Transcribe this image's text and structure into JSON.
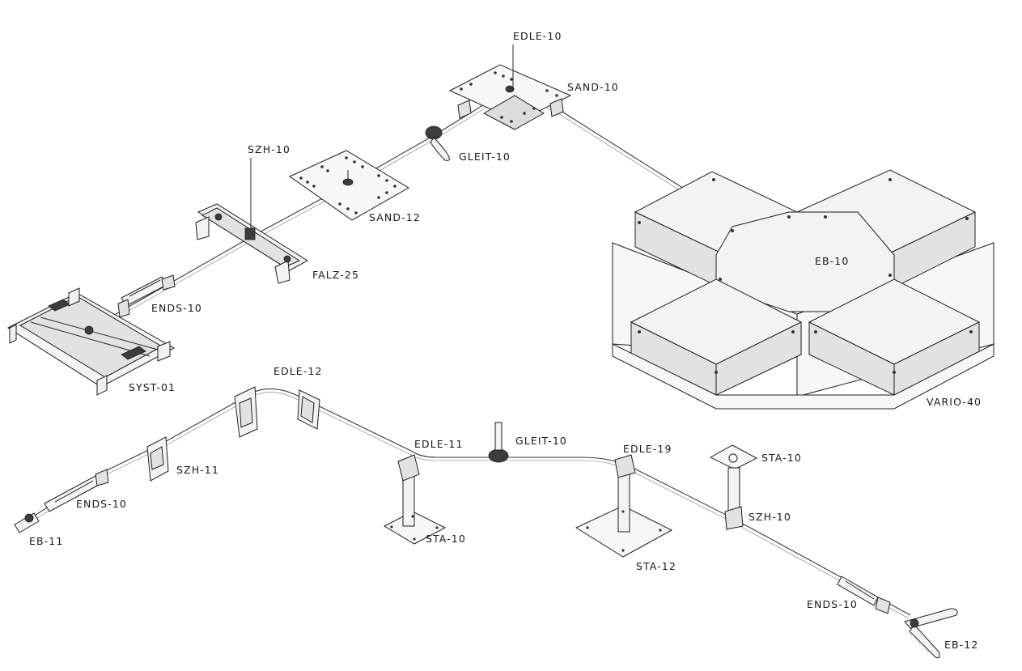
{
  "diagram": {
    "labels": {
      "edle_10": "EDLE-10",
      "sand_10": "SAND-10",
      "gleit_10_top": "GLEIT-10",
      "szh_10_top": "SZH-10",
      "sand_12": "SAND-12",
      "falz_25": "FALZ-25",
      "ends_10_top": "ENDS-10",
      "syst_01": "SYST-01",
      "eb_10": "EB-10",
      "vario_40": "VARIO-40",
      "edle_12": "EDLE-12",
      "szh_11": "SZH-11",
      "ends_10_left": "ENDS-10",
      "eb_11": "EB-11",
      "edle_11": "EDLE-11",
      "gleit_10_bottom": "GLEIT-10",
      "sta_10_left": "STA-10",
      "edle_19": "EDLE-19",
      "sta_12": "STA-12",
      "sta_10_right": "STA-10",
      "szh_10_bottom": "SZH-10",
      "ends_10_right": "ENDS-10",
      "eb_12": "EB-12"
    }
  }
}
